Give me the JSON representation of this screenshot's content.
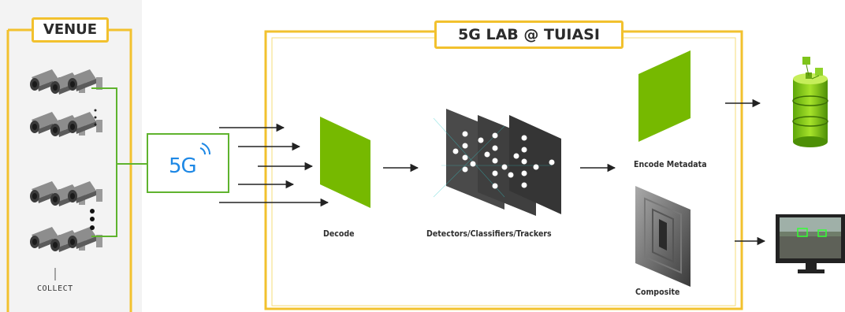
{
  "venue": {
    "tag": "VENUE",
    "collect_label": "COLLECT"
  },
  "lab": {
    "tag": "5G LAB @ TUIASI"
  },
  "network": {
    "label": "5G"
  },
  "stages": {
    "decode": "Decode",
    "detectors": "Detectors/Classifiers/Trackers",
    "encode_metadata": "Encode Metadata",
    "composite": "Composite"
  },
  "colors": {
    "yellow_frame": "#f2c12e",
    "green": "#76b900",
    "link_green": "#5fb32e",
    "blue_5g": "#1e88e5",
    "arrow": "#222222"
  },
  "icons": {
    "camera": "cctv-camera-icon",
    "database": "database-stack-icon",
    "monitor": "monitor-icon"
  }
}
